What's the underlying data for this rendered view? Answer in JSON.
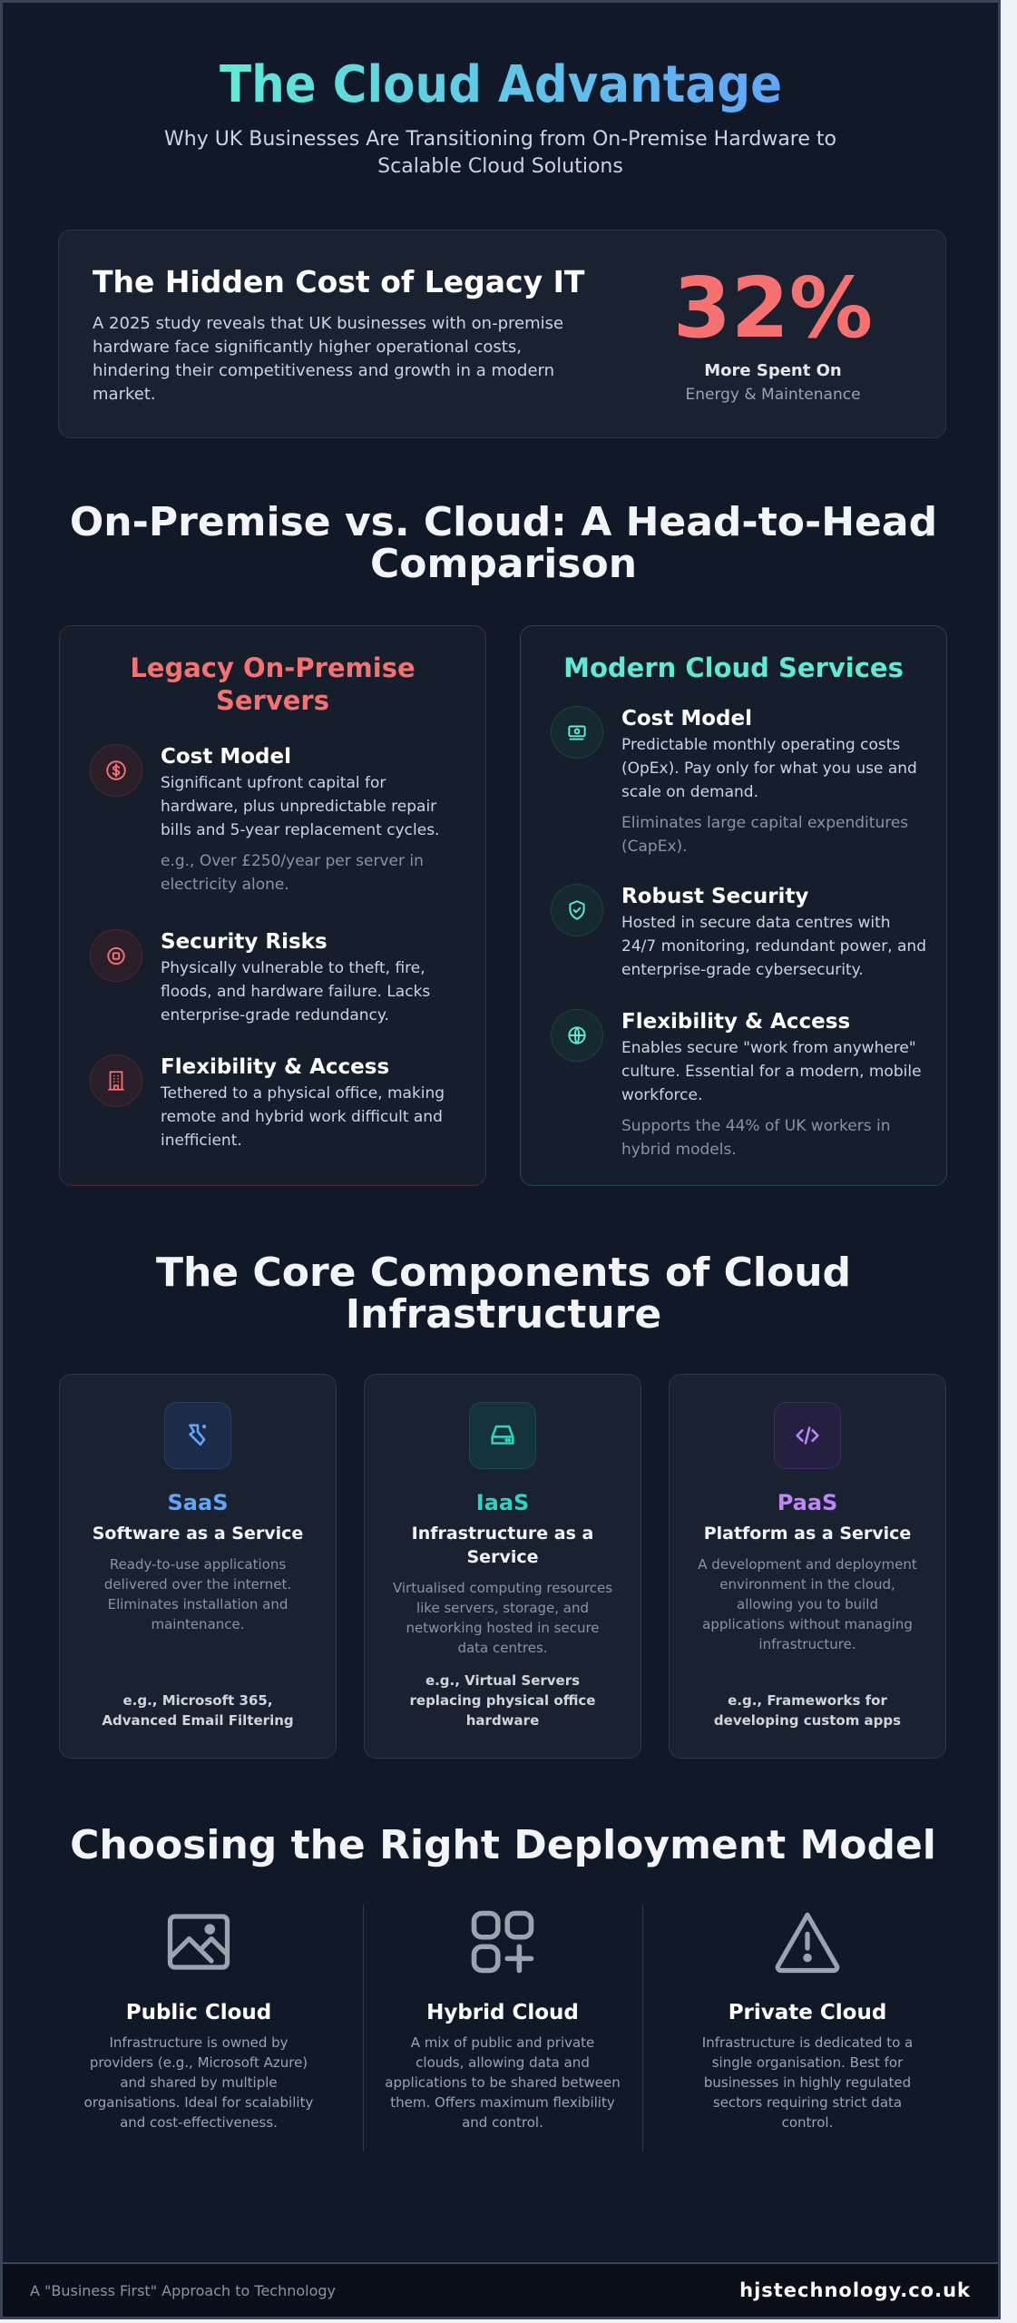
{
  "header": {
    "title": "The Cloud Advantage",
    "subtitle": "Why UK Businesses Are Transitioning from On-Premise Hardware to Scalable Cloud Solutions"
  },
  "hero": {
    "title": "The Hidden Cost of Legacy IT",
    "text": "A 2025 study reveals that UK businesses with on-premise hardware face significantly higher operational costs, hindering their competitiveness and growth in a modern market.",
    "stat_value": "32%",
    "stat_label": "More Spent On",
    "stat_sub": "Energy & Maintenance",
    "stat_color": "#f87171"
  },
  "comparison": {
    "title": "On-Premise vs. Cloud: A Head-to-Head Comparison",
    "legacy": {
      "title": "Legacy On-Premise Servers",
      "accent": "#f87171",
      "features": [
        {
          "icon": "dollar-icon",
          "title": "Cost Model",
          "text": "Significant upfront capital for hardware, plus unpredictable repair bills and 5-year replacement cycles.",
          "note": "e.g., Over £250/year per server in electricity alone."
        },
        {
          "icon": "server-lock-icon",
          "title": "Security Risks",
          "text": "Physically vulnerable to theft, fire, floods, and hardware failure. Lacks enterprise-grade redundancy.",
          "note": ""
        },
        {
          "icon": "building-icon",
          "title": "Flexibility & Access",
          "text": "Tethered to a physical office, making remote and hybrid work difficult and inefficient.",
          "note": ""
        }
      ]
    },
    "cloud": {
      "title": "Modern Cloud Services",
      "accent": "#5eead4",
      "features": [
        {
          "icon": "money-icon",
          "title": "Cost Model",
          "text": "Predictable monthly operating costs (OpEx). Pay only for what you use and scale on demand.",
          "note": "Eliminates large capital expenditures (CapEx)."
        },
        {
          "icon": "shield-check-icon",
          "title": "Robust Security",
          "text": "Hosted in secure data centres with 24/7 monitoring, redundant power, and enterprise-grade cybersecurity.",
          "note": ""
        },
        {
          "icon": "globe-icon",
          "title": "Flexibility & Access",
          "text": "Enables secure \"work from anywhere\" culture. Essential for a modern, mobile workforce.",
          "note": "Supports the 44% of UK workers in hybrid models."
        }
      ]
    }
  },
  "components": {
    "title": "The Core Components of Cloud Infrastructure",
    "items": [
      {
        "icon": "flask-icon",
        "abbr": "SaaS",
        "name": "Software as a Service",
        "desc": "Ready-to-use applications delivered over the internet. Eliminates installation and maintenance.",
        "example": "e.g., Microsoft 365, Advanced Email Filtering",
        "color": "#60a5fa"
      },
      {
        "icon": "hard-drive-icon",
        "abbr": "IaaS",
        "name": "Infrastructure as a Service",
        "desc": "Virtualised computing resources like servers, storage, and networking hosted in secure data centres.",
        "example": "e.g., Virtual Servers replacing physical office hardware",
        "color": "#2dd4bf"
      },
      {
        "icon": "code-icon",
        "abbr": "PaaS",
        "name": "Platform as a Service",
        "desc": "A development and deployment environment in the cloud, allowing you to build applications without managing infrastructure.",
        "example": "e.g., Frameworks for developing custom apps",
        "color": "#c084fc"
      }
    ]
  },
  "deployment": {
    "title": "Choosing the Right Deployment Model",
    "items": [
      {
        "icon": "image-icon",
        "title": "Public Cloud",
        "text": "Infrastructure is owned by providers (e.g., Microsoft Azure) and shared by multiple organisations. Ideal for scalability and cost-effectiveness."
      },
      {
        "icon": "apps-add-icon",
        "title": "Hybrid Cloud",
        "text": "A mix of public and private clouds, allowing data and applications to be shared between them. Offers maximum flexibility and control."
      },
      {
        "icon": "warning-triangle-icon",
        "title": "Private Cloud",
        "text": "Infrastructure is dedicated to a single organisation. Best for businesses in highly regulated sectors requiring strict data control."
      }
    ]
  },
  "footer": {
    "tagline": "A \"Business First\" Approach to Technology",
    "site": "hjstechnology.co.uk"
  }
}
